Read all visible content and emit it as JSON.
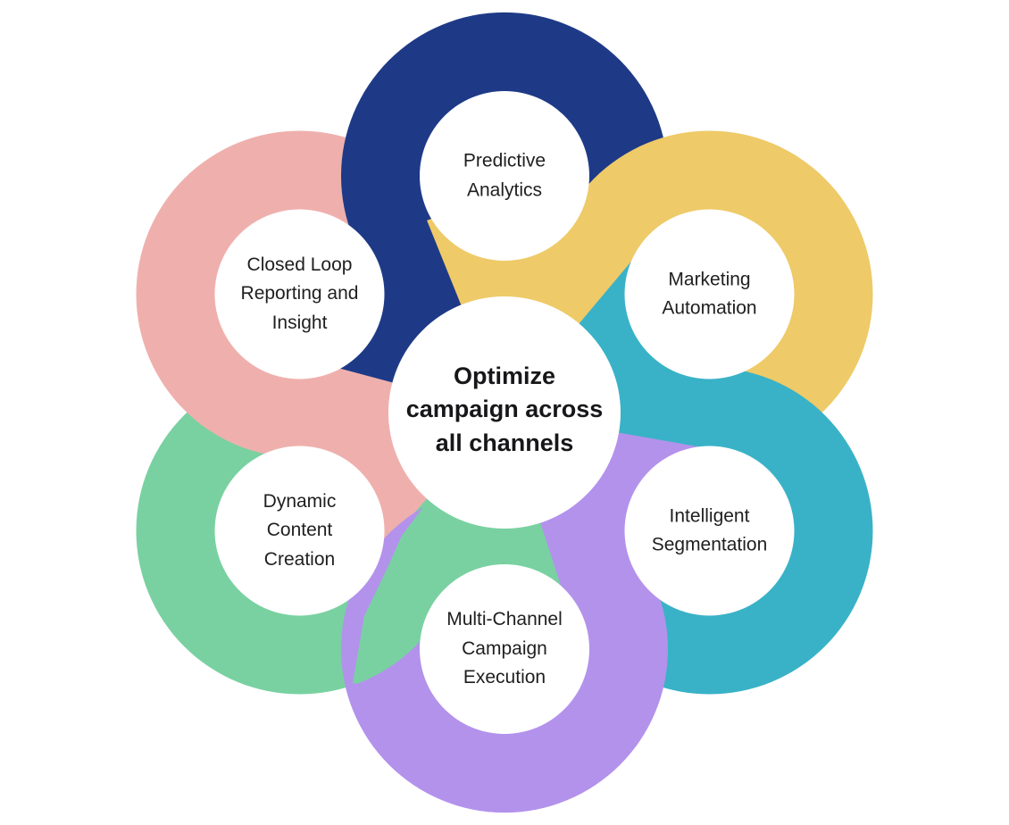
{
  "diagram": {
    "background_color": "#ffffff",
    "text_color": "#1f1f1f",
    "center": {
      "label": "Optimize campaign across all channels"
    },
    "petals": [
      {
        "id": "predictive-analytics",
        "label": "Predictive Analytics",
        "color": "#1e3a87",
        "position": "top"
      },
      {
        "id": "marketing-automation",
        "label": "Marketing Automation",
        "color": "#eeca68",
        "position": "top-right"
      },
      {
        "id": "intelligent-segmentation",
        "label": "Intelligent Segmentation",
        "color": "#39b2c7",
        "position": "bottom-right"
      },
      {
        "id": "multi-channel-campaign-execution",
        "label": "Multi-Channel Campaign Execution",
        "color": "#b392ec",
        "position": "bottom"
      },
      {
        "id": "dynamic-content-creation",
        "label": "Dynamic Content Creation",
        "color": "#79d1a1",
        "position": "bottom-left"
      },
      {
        "id": "closed-loop-reporting-and-insight",
        "label": "Closed Loop Reporting and Insight",
        "color": "#efb0ad",
        "position": "top-left"
      }
    ]
  }
}
